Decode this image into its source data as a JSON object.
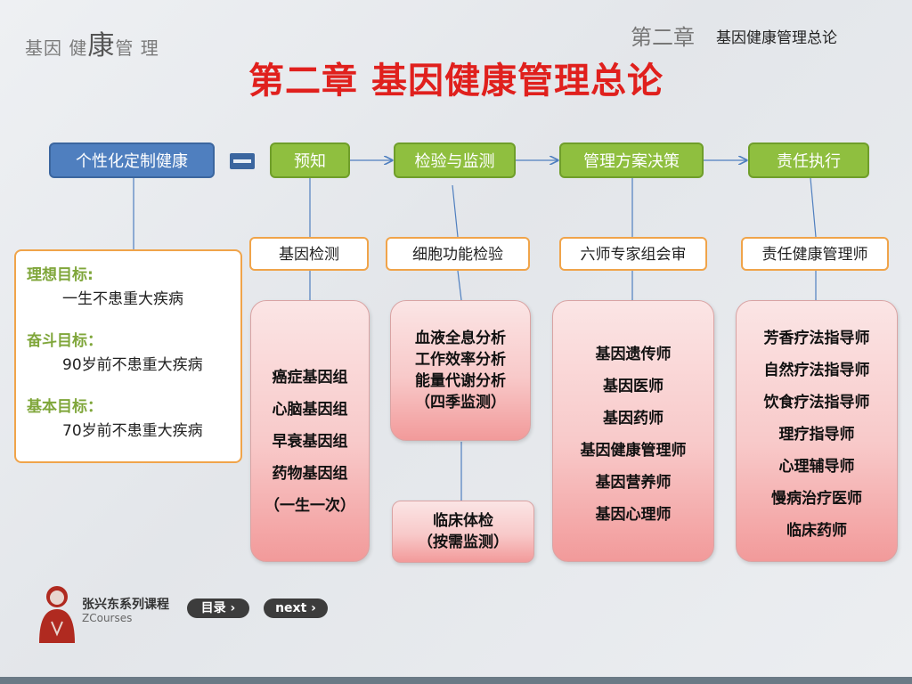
{
  "header": {
    "logo_parts": [
      "基因 健",
      "康",
      "管 理"
    ],
    "chapter_tag": "第二章",
    "chapter_subtitle": "基因健康管理总论",
    "title": "第二章 基因健康管理总论"
  },
  "flow": {
    "start": "个性化定制健康",
    "steps": [
      "预知",
      "检验与监测",
      "管理方案决策",
      "责任执行"
    ],
    "sub_labels": [
      "基因检测",
      "细胞功能检验",
      "六师专家组会审",
      "责任健康管理师"
    ]
  },
  "goals": [
    {
      "head": "理想目标:",
      "value": "一生不患重大疾病"
    },
    {
      "head": "奋斗目标：",
      "value": "90岁前不患重大疾病"
    },
    {
      "head": "基本目标：",
      "value": "70岁前不患重大疾病"
    }
  ],
  "cards": {
    "genes": [
      "癌症基因组",
      "心脑基因组",
      "早衰基因组",
      "药物基因组",
      "（一生一次）"
    ],
    "blood": [
      "血液全息分析",
      "工作效率分析",
      "能量代谢分析",
      "（四季监测）"
    ],
    "clinic": [
      "临床体检",
      "（按需监测）"
    ],
    "experts": [
      "基因遗传师",
      "基因医师",
      "基因药师",
      "基因健康管理师",
      "基因营养师",
      "基因心理师"
    ],
    "managers": [
      "芳香疗法指导师",
      "自然疗法指导师",
      "饮食疗法指导师",
      "理疗指导师",
      "心理辅导师",
      "慢病治疗医师",
      "临床药师"
    ]
  },
  "footer": {
    "brand": "张兴东系列课程",
    "brand_sub": "ZCourses",
    "menu_button": "目录 ›",
    "next_button": "next ›"
  },
  "colors": {
    "title": "#e0201d",
    "blue": "#4f7fbf",
    "green": "#8fbf3f",
    "orange": "#f0a44a",
    "goal_head": "#7fa63a"
  }
}
